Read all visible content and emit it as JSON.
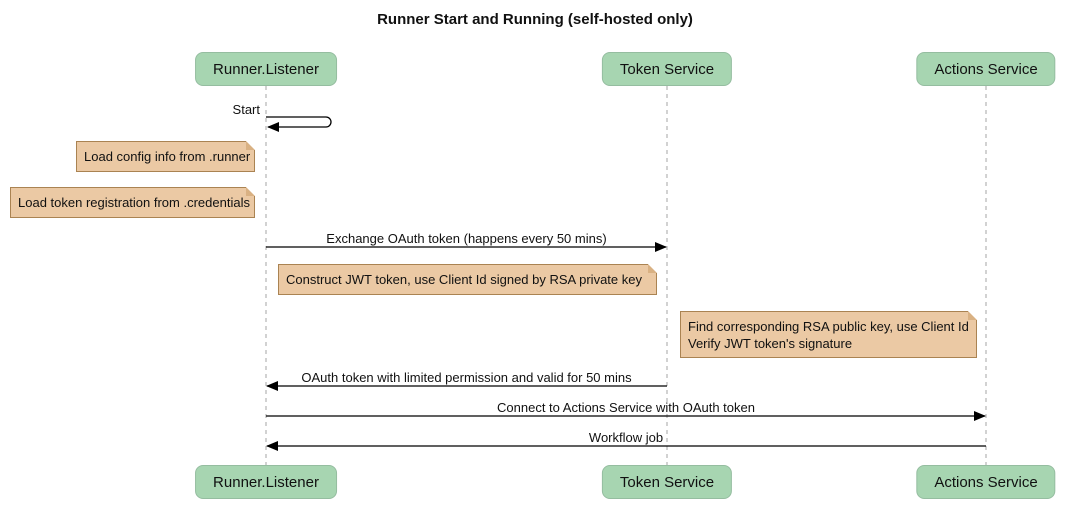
{
  "title": "Runner Start and Running (self-hosted only)",
  "participants": [
    {
      "name": "Runner.Listener"
    },
    {
      "name": "Token Service"
    },
    {
      "name": "Actions Service"
    }
  ],
  "messages": [
    {
      "label": "Start",
      "type": "self",
      "from": "Runner.Listener",
      "to": "Runner.Listener"
    },
    {
      "label": "Exchange OAuth token (happens every 50 mins)",
      "type": "solid-arrow",
      "from": "Runner.Listener",
      "to": "Token Service"
    },
    {
      "label": "OAuth token with limited permission and valid for 50 mins",
      "type": "solid-arrow",
      "from": "Token Service",
      "to": "Runner.Listener"
    },
    {
      "label": "Connect to Actions Service with OAuth token",
      "type": "solid-arrow",
      "from": "Runner.Listener",
      "to": "Actions Service"
    },
    {
      "label": "Workflow job",
      "type": "solid-arrow",
      "from": "Actions Service",
      "to": "Runner.Listener"
    }
  ],
  "notes": [
    {
      "text": "Load config info from .runner",
      "position": "left of Runner.Listener"
    },
    {
      "text": "Load token registration from .credentials",
      "position": "left of Runner.Listener"
    },
    {
      "text": "Construct JWT token, use Client Id signed by RSA private key",
      "position": "right of Runner.Listener"
    },
    {
      "lines": [
        "Find corresponding RSA public key, use Client Id",
        "Verify JWT token's signature"
      ],
      "position": "left of Actions Service"
    }
  ],
  "colors": {
    "participant_fill": "#a7d5b1",
    "participant_border": "#95bda0",
    "note_fill": "#ebc9a4",
    "note_border": "#aa8352",
    "note_fold": "#d9b183",
    "lifeline": "#a6a6a6",
    "arrow": "#000000",
    "text": "#111111"
  }
}
